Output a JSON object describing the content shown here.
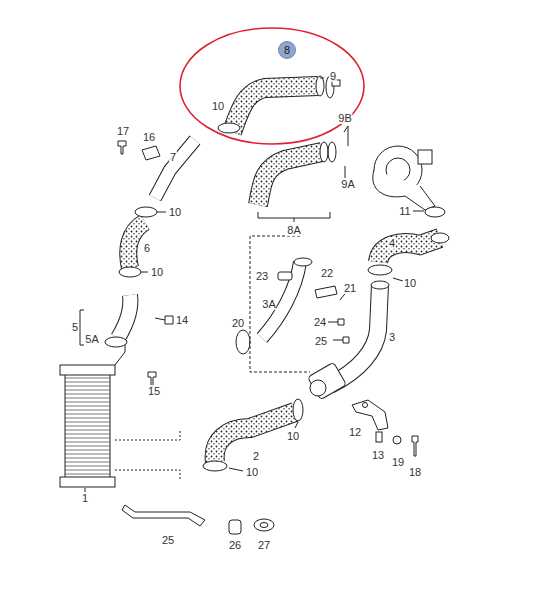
{
  "diagram": {
    "nodes": [
      {
        "text": [
          "8"
        ]
      }
    ],
    "labels": [
      "9",
      "10",
      "9B",
      "9A",
      "8A",
      "17",
      "16",
      "7",
      "10",
      "11",
      "6",
      "4",
      "10",
      "10",
      "23",
      "22",
      "21",
      "5",
      "14",
      "3A",
      "24",
      "5A",
      "20",
      "25",
      "3",
      "15",
      "1",
      "12",
      "10",
      "2",
      "13",
      "19",
      "18",
      "10",
      "25",
      "26",
      "27"
    ]
  }
}
